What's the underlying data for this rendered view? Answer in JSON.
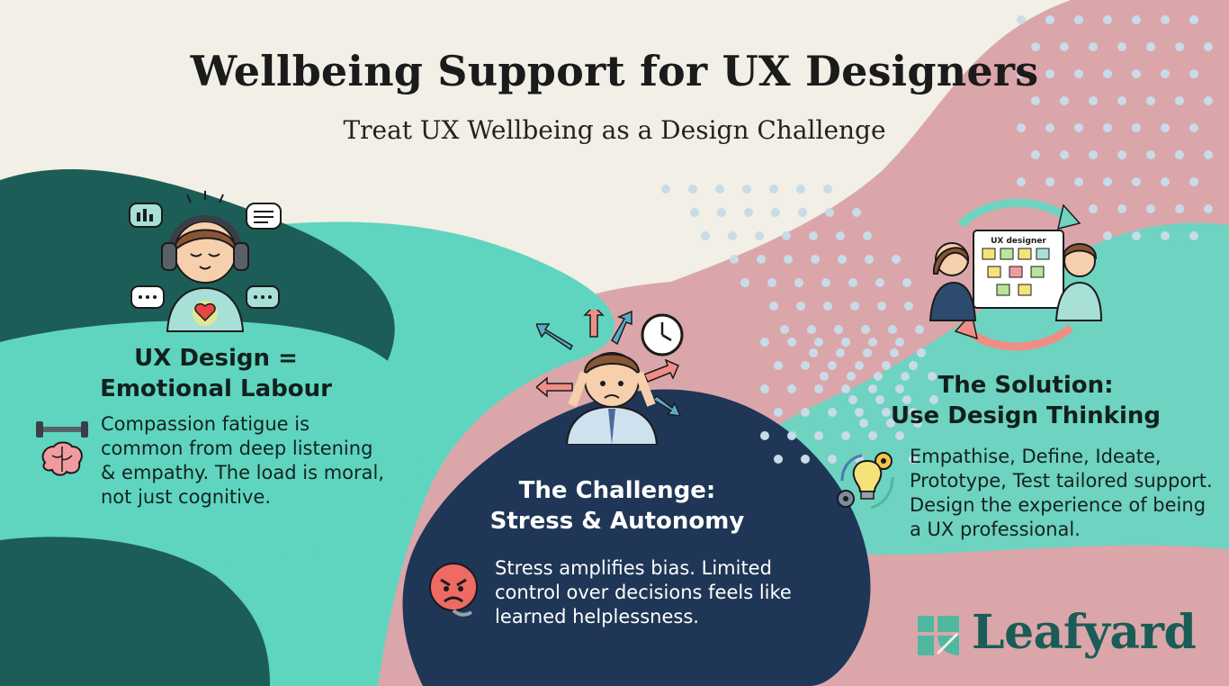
{
  "header": {
    "title": "Wellbeing Support for UX Designers",
    "subtitle": "Treat UX Wellbeing as a Design Challenge"
  },
  "sections": [
    {
      "heading_line1": "UX Design =",
      "heading_line2": "Emotional Labour",
      "body": "Compassion fatigue is common from deep listening & empathy. The load is moral, not just cognitive."
    },
    {
      "heading_line1": "The Challenge:",
      "heading_line2": "Stress & Autonomy",
      "body": "Stress amplifies bias. Limited control over decisions feels like learned helplessness."
    },
    {
      "heading_line1": "The Solution:",
      "heading_line2": "Use Design Thinking",
      "body": "Empathise, Define, Ideate, Prototype, Test tailored support. Design the experience of being a UX professional.",
      "whiteboard_label": "UX designer"
    }
  ],
  "brand": {
    "name": "Leafyard"
  },
  "colors": {
    "background": "#f1efe6",
    "teal_dark": "#1d5d57",
    "teal_light": "#5fd5bf",
    "pink": "#dba6aa",
    "navy": "#1f3656",
    "dots": "#c8dbe8"
  },
  "icons": [
    "headphones-person-icon",
    "chat-bubble-icon",
    "stressed-person-icon",
    "clock-icon",
    "team-whiteboard-icon",
    "cycle-arrows-icon",
    "dumbbell-icon",
    "brain-icon",
    "angry-face-icon",
    "lightbulb-gears-icon",
    "leaf-logo-icon"
  ]
}
